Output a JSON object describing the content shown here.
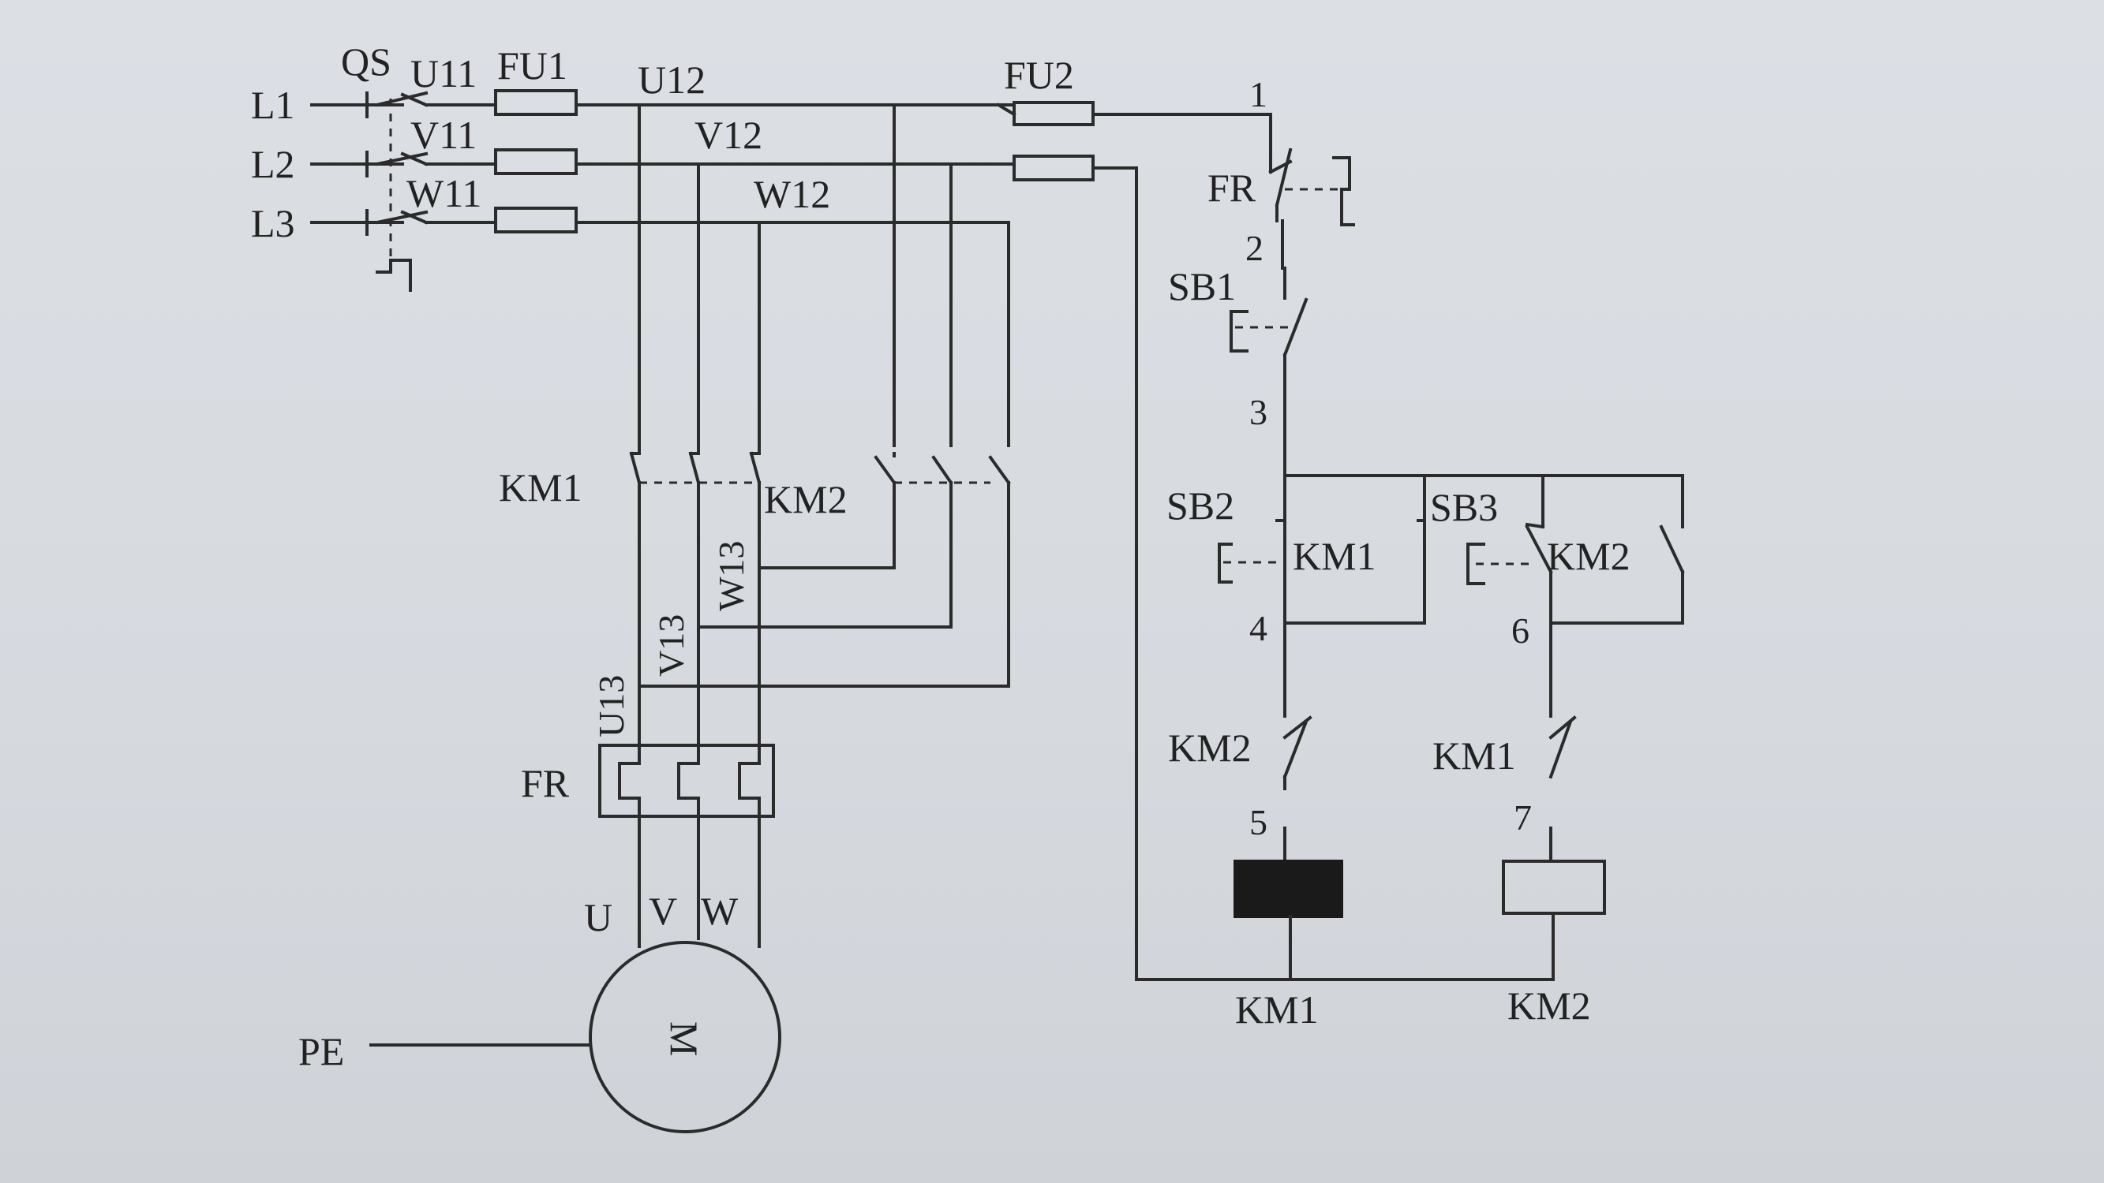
{
  "colors": {
    "wire": "#2b2b2b",
    "paper": "#d9dde2",
    "coil_filled": "#1a1a1a"
  },
  "supply": {
    "l1": "L1",
    "l2": "L2",
    "l3": "L3",
    "qs": "QS",
    "pe": "PE"
  },
  "main_circuit": {
    "fu1": "FU1",
    "fu2": "FU2",
    "u11": "U11",
    "v11": "V11",
    "w11": "W11",
    "u12": "U12",
    "v12": "V12",
    "w12": "W12",
    "u13": "U13",
    "v13": "V13",
    "w13": "W13",
    "km1": "KM1",
    "km2": "KM2",
    "fr": "FR",
    "u": "U",
    "v": "V",
    "w": "W",
    "motor": "M"
  },
  "control_circuit": {
    "fr": "FR",
    "sb1": "SB1",
    "sb2": "SB2",
    "sb3": "SB3",
    "km1_hold": "KM1",
    "km2_hold": "KM2",
    "km2_interlock": "KM2",
    "km1_interlock": "KM1",
    "coil_km1": "KM1",
    "coil_km2": "KM2",
    "nodes": [
      "1",
      "2",
      "3",
      "4",
      "5",
      "6",
      "7"
    ]
  }
}
